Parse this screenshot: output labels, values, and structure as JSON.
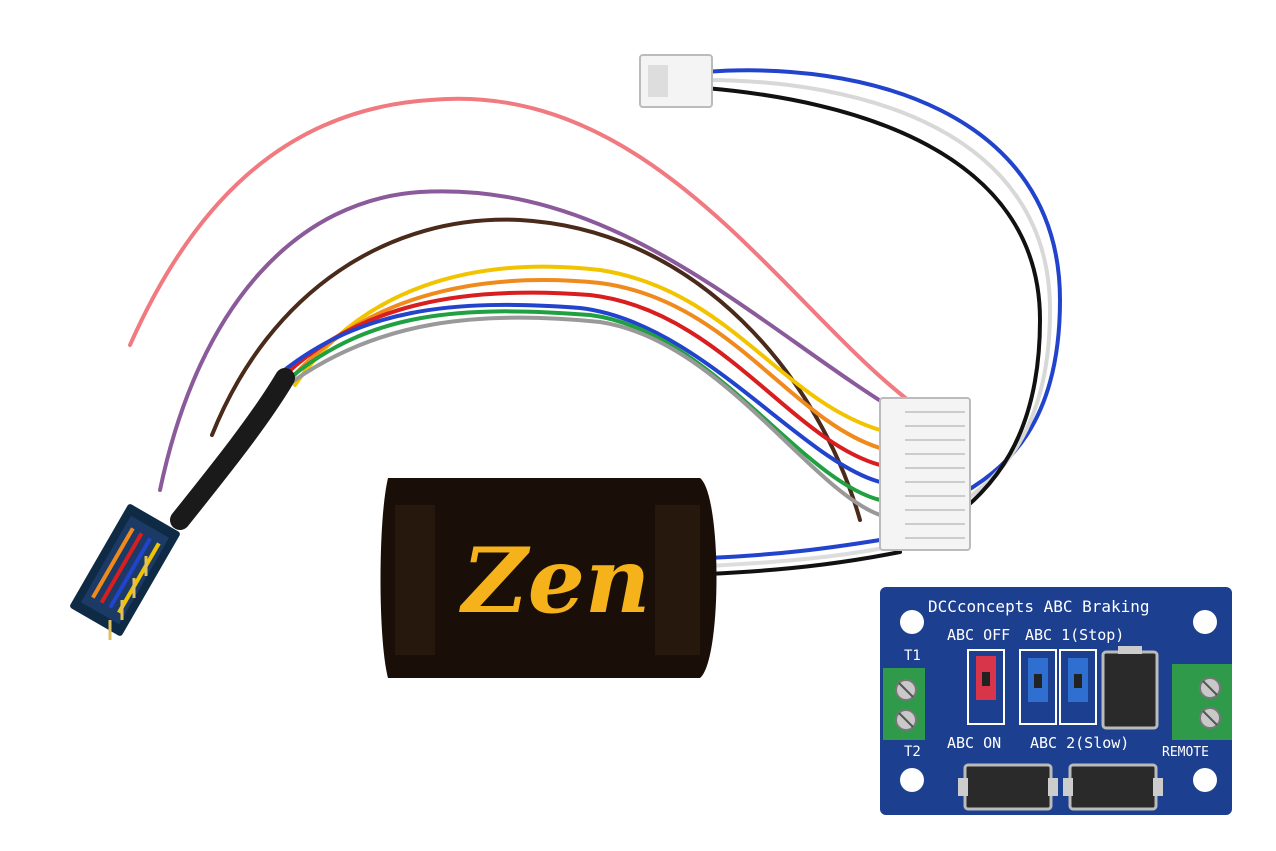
{
  "decoder": {
    "logo": "Zen",
    "body_color": "#1a0f08",
    "logo_color": "#f5b21a"
  },
  "abc_board": {
    "title": "DCCconcepts ABC Braking",
    "label_abc_off": "ABC OFF",
    "label_abc_1": "ABC 1(Stop)",
    "label_abc_on": "ABC ON",
    "label_abc_2": "ABC 2(Slow)",
    "label_t1": "T1",
    "label_t2": "T2",
    "label_remote": "REMOTE",
    "board_color": "#1d3f8f"
  },
  "wire_colors": {
    "pink": "#f07a80",
    "purple": "#8a5a9a",
    "brown": "#4a2a1a",
    "yellow": "#f2c400",
    "orange": "#f08a1c",
    "red": "#d81e1e",
    "blue": "#2244cc",
    "green": "#20a040",
    "grey": "#999999",
    "white": "#eeeeee",
    "black": "#111111"
  }
}
